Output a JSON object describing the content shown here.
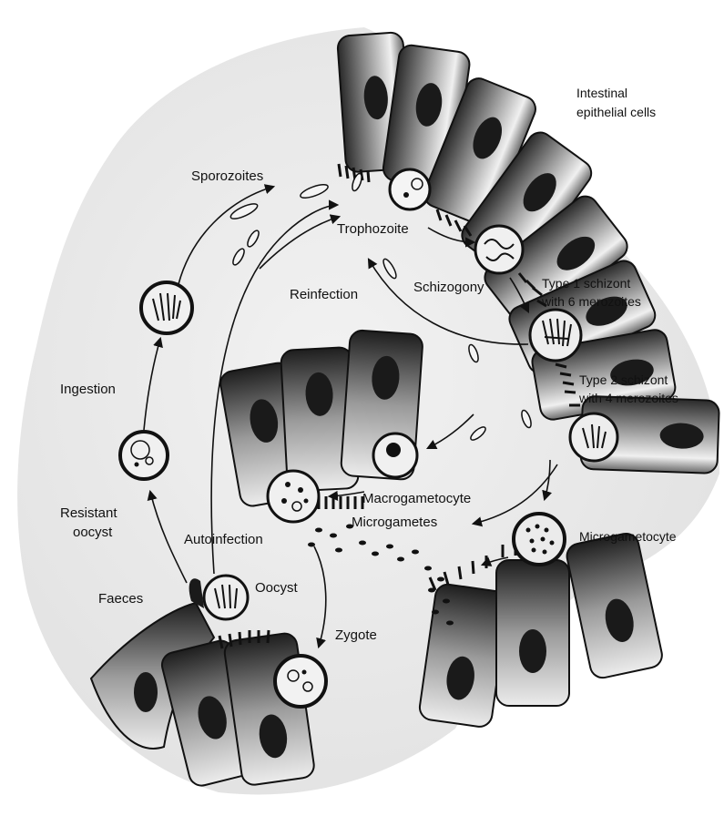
{
  "labels": {
    "intestinal_line1": "Intestinal",
    "intestinal_line2": "epithelial cells",
    "sporozoites": "Sporozoites",
    "trophozoite": "Trophozoite",
    "reinfection": "Reinfection",
    "schizogony": "Schizogony",
    "type1_line1": "Type 1 schizont",
    "type1_line2": "with 6 merozoites",
    "type2_line1": "Type 2 schizont",
    "type2_line2": "with 4 merozoites",
    "ingestion": "Ingestion",
    "resistant_line1": "Resistant",
    "resistant_line2": "oocyst",
    "autoinfection": "Autoinfection",
    "macrogametocyte": "Macrogametocyte",
    "microgametes": "Microgametes",
    "microgametocyte": "Microgametocyte",
    "faeces": "Faeces",
    "oocyst": "Oocyst",
    "zygote": "Zygote"
  }
}
